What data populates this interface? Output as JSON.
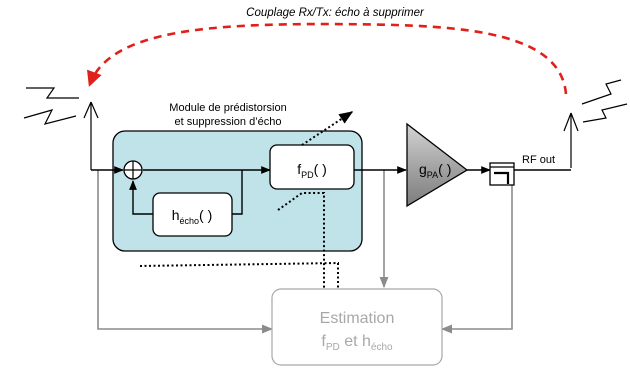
{
  "coupling_label": "Couplage Rx/Tx: écho à supprimer",
  "module_title_line1": "Module de prédistorsion",
  "module_title_line2": "et suppression d’écho",
  "fpd_block": {
    "main": "f",
    "sub": "PD",
    "tail": "( )"
  },
  "hecho_block": {
    "main": "h",
    "sub": "écho",
    "tail": "( )"
  },
  "gpa_block": {
    "main": "g",
    "sub": "PA",
    "tail": "( )"
  },
  "rf_out_label": "RF out",
  "estimation_block": {
    "line1": "Estimation",
    "line2_main1": "f",
    "line2_sub1": "PD",
    "line2_mid": " et h",
    "line2_sub2": "écho"
  },
  "colors": {
    "module_fill": "#bfe3e8",
    "coupling_arrow": "#e0201b",
    "estimation_text": "#a8a8a8",
    "feedback_line": "#8c8c8c",
    "pa_fill": "#9c9c9c"
  }
}
